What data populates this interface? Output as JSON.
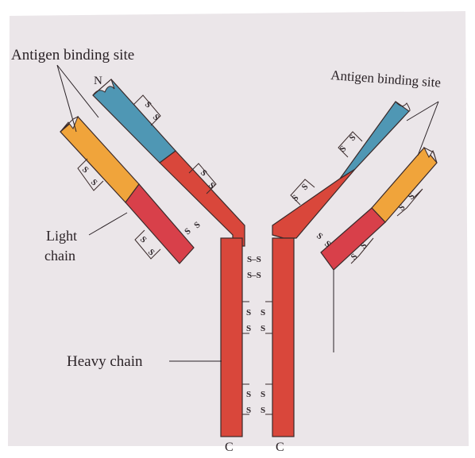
{
  "labels": {
    "antigen_left": "Antigen binding site",
    "antigen_right": "Antigen binding site",
    "light_chain_line1": "Light",
    "light_chain_line2": "chain",
    "heavy_chain": "Heavy chain",
    "n_terminus": "N",
    "c_terminus_left": "C",
    "c_terminus_right": "C",
    "disulfide": "S",
    "hinge_bond": "S–S"
  },
  "colors": {
    "page": "#ebe6e9",
    "heavy_constant": "#d9473b",
    "variable_heavy": "#4f97b4",
    "variable_light": "#f0a43b",
    "light_constant": "#d8404a",
    "outline": "#3a2a2a",
    "ink": "#2a2226"
  }
}
